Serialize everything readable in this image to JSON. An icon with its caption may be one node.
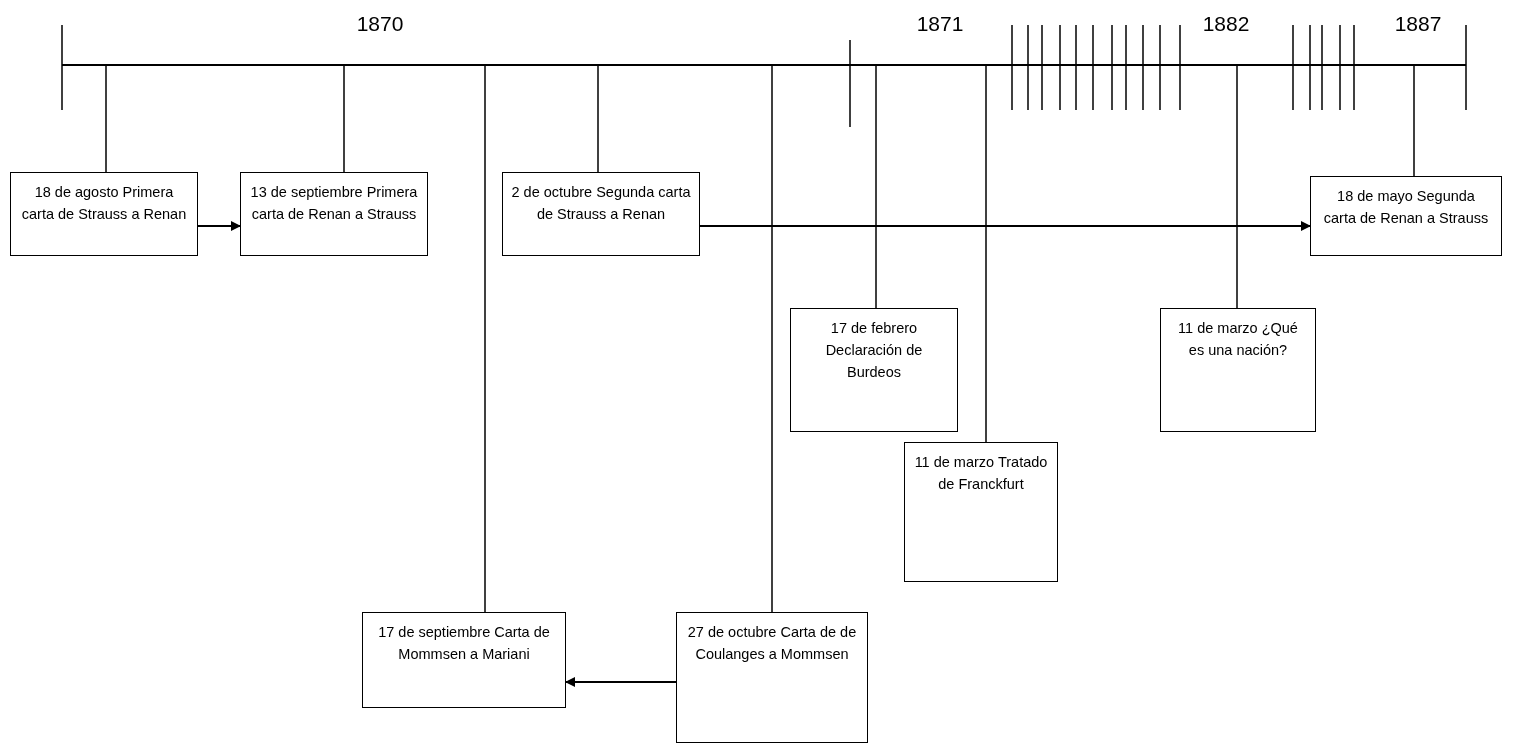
{
  "diagram": {
    "nodes": [
      {
        "text": [],
        "shape": "bar"
      },
      {
        "text": [
          "18 de agosto Primera carta de Strauss a Renan"
        ]
      },
      {
        "text": [
          "13 de septiembre Primera carta de Renan a Strauss"
        ]
      },
      {
        "text": [
          "2 de octubre Segunda carta de Strauss a Renan"
        ]
      },
      {
        "text": [
          "18 de mayo Segunda carta de Renan a Strauss"
        ]
      },
      {
        "text": [
          "17 de febrero Declaración de Burdeos"
        ]
      },
      {
        "text": [
          "11 de marzo ¿Qué es una nación?"
        ]
      },
      {
        "text": [
          "11 de marzo Tratado de Franckfurt"
        ]
      },
      {
        "text": [
          "17 de septiembre Carta de Mommsen a Mariani"
        ]
      },
      {
        "text": [
          "27 de octubre Carta de de Coulanges a Mommsen"
        ]
      }
    ],
    "edges": [
      {
        "from": 0,
        "to": 1,
        "arrow": "none"
      },
      {
        "from": 0,
        "to": 2,
        "arrow": "none"
      },
      {
        "from": 0,
        "to": 3,
        "arrow": "none"
      },
      {
        "from": 0,
        "to": 4,
        "arrow": "none"
      },
      {
        "from": 0,
        "to": 5,
        "arrow": "none"
      },
      {
        "from": 0,
        "to": 6,
        "arrow": "none"
      },
      {
        "from": 0,
        "to": 7,
        "arrow": "none"
      },
      {
        "from": 0,
        "to": 8,
        "arrow": "none"
      },
      {
        "from": 0,
        "to": 9,
        "arrow": "none"
      },
      {
        "from": 1,
        "to": 2,
        "arrow": "to"
      },
      {
        "from": 3,
        "to": 4,
        "arrow": "to"
      },
      {
        "from": 9,
        "to": 8,
        "arrow": "to"
      }
    ],
    "labels": [
      "1870",
      "1871",
      "1882",
      "1887"
    ]
  }
}
